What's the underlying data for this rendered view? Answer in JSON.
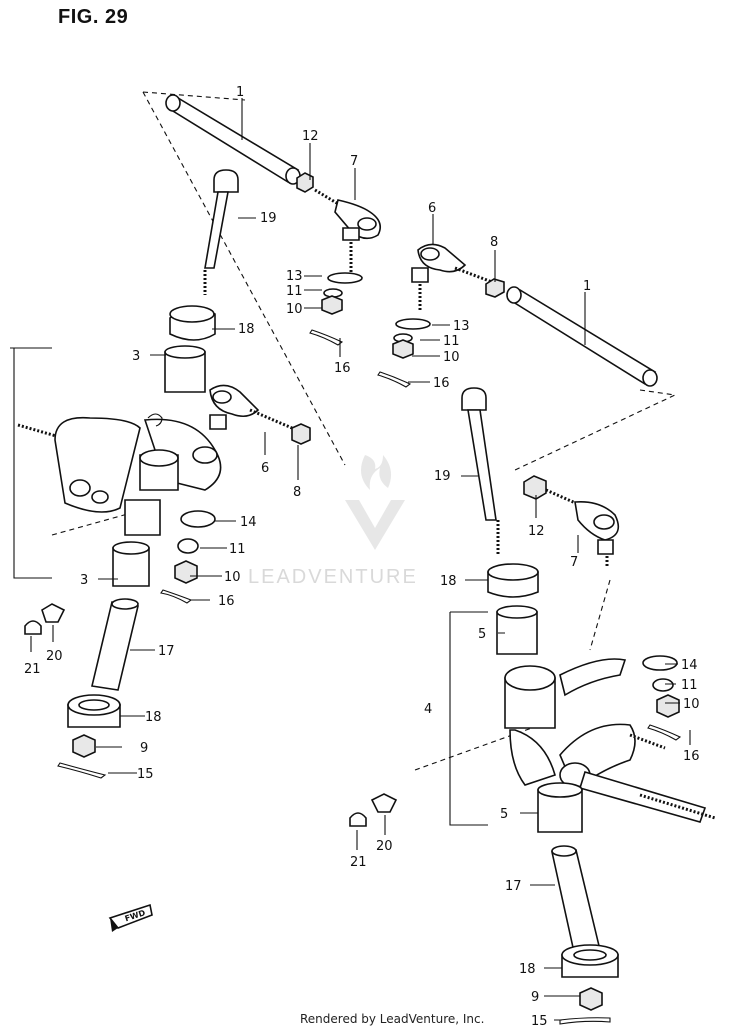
{
  "figure": {
    "title": "FIG. 29",
    "footer": "Rendered by LeadVenture, Inc.",
    "watermark": "LEADVENTURE",
    "fwd_label": "FWD"
  },
  "callouts": [
    {
      "id": "c1a",
      "label": "1"
    },
    {
      "id": "c1b",
      "label": "1"
    },
    {
      "id": "c12a",
      "label": "12"
    },
    {
      "id": "c7a",
      "label": "7"
    },
    {
      "id": "c6a",
      "label": "6"
    },
    {
      "id": "c8a",
      "label": "8"
    },
    {
      "id": "c19a",
      "label": "19"
    },
    {
      "id": "c13a",
      "label": "13"
    },
    {
      "id": "c11a",
      "label": "11"
    },
    {
      "id": "c10a",
      "label": "10"
    },
    {
      "id": "c16a",
      "label": "16"
    },
    {
      "id": "c18a",
      "label": "18"
    },
    {
      "id": "c3a",
      "label": "3"
    },
    {
      "id": "c13b",
      "label": "13"
    },
    {
      "id": "c11b",
      "label": "11"
    },
    {
      "id": "c10b",
      "label": "10"
    },
    {
      "id": "c16b",
      "label": "16"
    },
    {
      "id": "c6b",
      "label": "6"
    },
    {
      "id": "c8b",
      "label": "8"
    },
    {
      "id": "c19b",
      "label": "19"
    },
    {
      "id": "c12b",
      "label": "12"
    },
    {
      "id": "c7b",
      "label": "7"
    },
    {
      "id": "c14a",
      "label": "14"
    },
    {
      "id": "c11c",
      "label": "11"
    },
    {
      "id": "c10c",
      "label": "10"
    },
    {
      "id": "c16c",
      "label": "16"
    },
    {
      "id": "c3b",
      "label": "3"
    },
    {
      "id": "c18b",
      "label": "18"
    },
    {
      "id": "c21a",
      "label": "21"
    },
    {
      "id": "c20a",
      "label": "20"
    },
    {
      "id": "c17a",
      "label": "17"
    },
    {
      "id": "c18c",
      "label": "18"
    },
    {
      "id": "c9a",
      "label": "9"
    },
    {
      "id": "c15a",
      "label": "15"
    },
    {
      "id": "c5a",
      "label": "5"
    },
    {
      "id": "c4a",
      "label": "4"
    },
    {
      "id": "c14b",
      "label": "14"
    },
    {
      "id": "c11d",
      "label": "11"
    },
    {
      "id": "c10d",
      "label": "10"
    },
    {
      "id": "c16d",
      "label": "16"
    },
    {
      "id": "c5b",
      "label": "5"
    },
    {
      "id": "c21b",
      "label": "21"
    },
    {
      "id": "c20b",
      "label": "20"
    },
    {
      "id": "c17b",
      "label": "17"
    },
    {
      "id": "c18d",
      "label": "18"
    },
    {
      "id": "c9b",
      "label": "9"
    },
    {
      "id": "c15b",
      "label": "15"
    }
  ]
}
